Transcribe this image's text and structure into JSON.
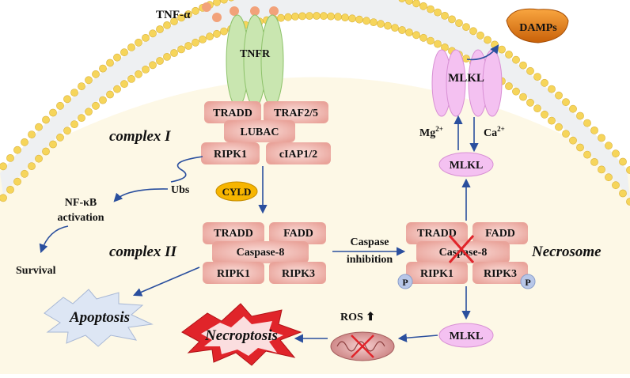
{
  "ligand": "TNF-α",
  "receptor": "TNFR",
  "complex_I": {
    "title": "complex I",
    "blocks": [
      "TRADD",
      "TRAF2/5",
      "LUBAC",
      "RIPK1",
      "cIAP1/2"
    ]
  },
  "ubs": "Ubs",
  "cyld": "CYLD",
  "nfkb": {
    "line1": "NF-κB",
    "line2": "activation"
  },
  "survival": "Survival",
  "complex_II": {
    "title": "complex II",
    "blocks": [
      "TRADD",
      "FADD",
      "Caspase-8",
      "RIPK1",
      "RIPK3"
    ]
  },
  "caspase_inhibition": {
    "line1": "Caspase",
    "line2": "inhibition"
  },
  "necrosome": {
    "title": "Necrosome",
    "blocks": [
      "TRADD",
      "FADD",
      "Caspase-8",
      "RIPK1",
      "RIPK3"
    ],
    "phospho": "P"
  },
  "mlkl": "MLKL",
  "ions": {
    "mg": "Mg",
    "ca": "Ca",
    "charge": "2+"
  },
  "damps": "DAMPs",
  "ros": "ROS ⬆",
  "apoptosis": "Apoptosis",
  "necroptosis": "Necroptosis",
  "colors": {
    "membrane_head": "#f6d55b",
    "cell_fill": "#fdf8e6",
    "complex_block": "#f0b7b0",
    "mlkl": "#f4c1f1",
    "arrow": "#2a4f9e",
    "cyld": "#f7b500",
    "damps": "#e98112"
  }
}
